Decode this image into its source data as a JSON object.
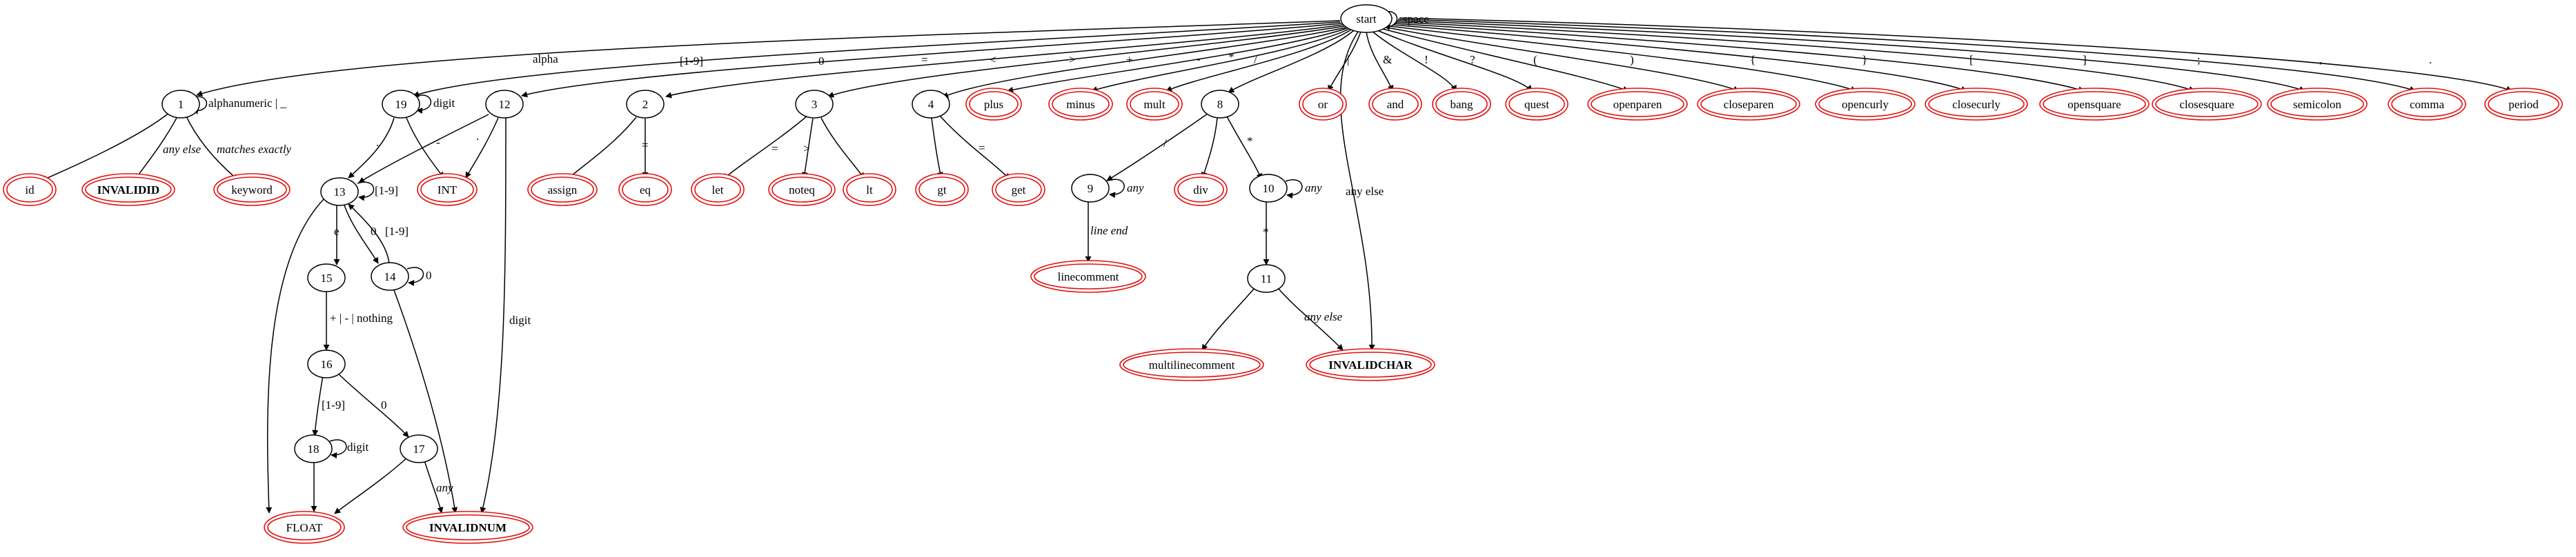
{
  "diagram": {
    "start": "start",
    "states": {
      "s1": "1",
      "s2": "2",
      "s3": "3",
      "s4": "4",
      "s8": "8",
      "s9": "9",
      "s10": "10",
      "s11": "11",
      "s12": "12",
      "s13": "13",
      "s14": "14",
      "s15": "15",
      "s16": "16",
      "s17": "17",
      "s18": "18",
      "s19": "19"
    },
    "accepting": {
      "id": "id",
      "invalidid": "INVALIDID",
      "keyword": "keyword",
      "int": "INT",
      "assign": "assign",
      "eq": "eq",
      "let": "let",
      "noteq": "noteq",
      "lt": "lt",
      "gt": "gt",
      "get": "get",
      "plus": "plus",
      "minus": "minus",
      "mult": "mult",
      "div": "div",
      "linecomment": "linecomment",
      "multilinecomment": "multilinecomment",
      "invalidchar": "INVALIDCHAR",
      "or": "or",
      "and": "and",
      "bang": "bang",
      "quest": "quest",
      "openparen": "openparen",
      "closeparen": "closeparen",
      "opencurly": "opencurly",
      "closecurly": "closecurly",
      "opensquare": "opensquare",
      "closesquare": "closesquare",
      "semicolon": "semicolon",
      "comma": "comma",
      "period": "period",
      "float": "FLOAT",
      "invalidnum": "INVALIDNUM"
    },
    "edges": {
      "start_space": "space",
      "start_1": "alpha",
      "start_19": "[1-9]",
      "start_12": "0",
      "start_2": "=",
      "start_3": "<",
      "start_4": ">",
      "start_plus": "+",
      "start_minus": "-",
      "start_mult": "*",
      "start_8": "/",
      "start_or": "|",
      "start_and": "&",
      "start_bang": "!",
      "start_quest": "?",
      "start_openparen": "(",
      "start_closeparen": ")",
      "start_opencurly": "{",
      "start_closecurly": "}",
      "start_opensquare": "[",
      "start_closesquare": "]",
      "start_semicolon": ";",
      "start_comma": ",",
      "start_period": ".",
      "start_invalidchar": "any else",
      "s1_self": "alphanumeric | _",
      "s1_invalidid": "any else",
      "s1_keyword": "matches exactly",
      "s19_self": "digit",
      "s19_13": ".",
      "s19_int": "-",
      "s12_13": ".",
      "s12_invalidnum": "digit",
      "s2_eq": "=",
      "s3_let": "=",
      "s3_noteq": ">",
      "s4_get": "=",
      "s8_9": "/",
      "s8_10": "*",
      "s9_self": "any",
      "s9_linecomment": "line end",
      "s10_self": "any",
      "s10_11": "*",
      "s11_invalidchar": "any else",
      "s13_self": "[1-9]",
      "s13_15": "e",
      "s13_14": "0",
      "s14_13": "[1-9]",
      "s14_self": "0",
      "s15_16": "+ | - | nothing",
      "s16_18": "[1-9]",
      "s16_17": "0",
      "s18_self": "digit",
      "s17_invalidnum": "any"
    }
  }
}
